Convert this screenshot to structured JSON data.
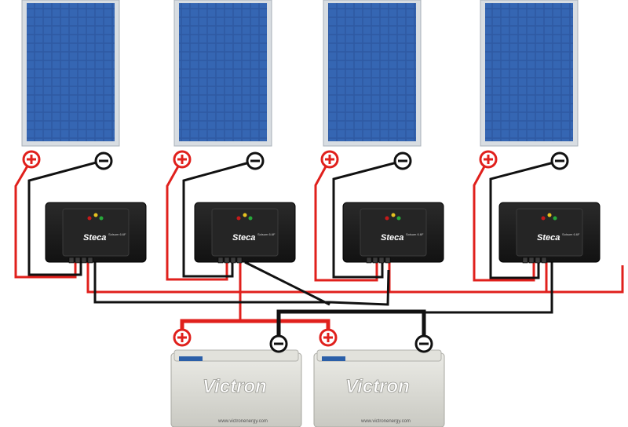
{
  "diagram": {
    "panel_count": 4,
    "controller_count": 4,
    "battery_count": 2,
    "colors": {
      "positive_wire": "#e0201c",
      "negative_wire": "#111111",
      "panel_frame": "#d8dde2",
      "panel_cell": "#2e5aa3",
      "controller_body": "#1b1b1b",
      "battery_body": "#dcdcd6"
    },
    "terminal_symbols": {
      "positive": "plus-in-circle",
      "negative": "minus-in-circle"
    }
  },
  "controllers": [
    {
      "brand": "Steca",
      "model": "Solsum 6.6F"
    },
    {
      "brand": "Steca",
      "model": "Solsum 6.6F"
    },
    {
      "brand": "Steca",
      "model": "Solsum 6.6F"
    },
    {
      "brand": "Steca",
      "model": "Solsum 6.6F"
    }
  ],
  "batteries": [
    {
      "label": "Victron",
      "website": "www.victronenergy.com"
    },
    {
      "label": "Victron",
      "website": "www.victronenergy.com"
    }
  ]
}
